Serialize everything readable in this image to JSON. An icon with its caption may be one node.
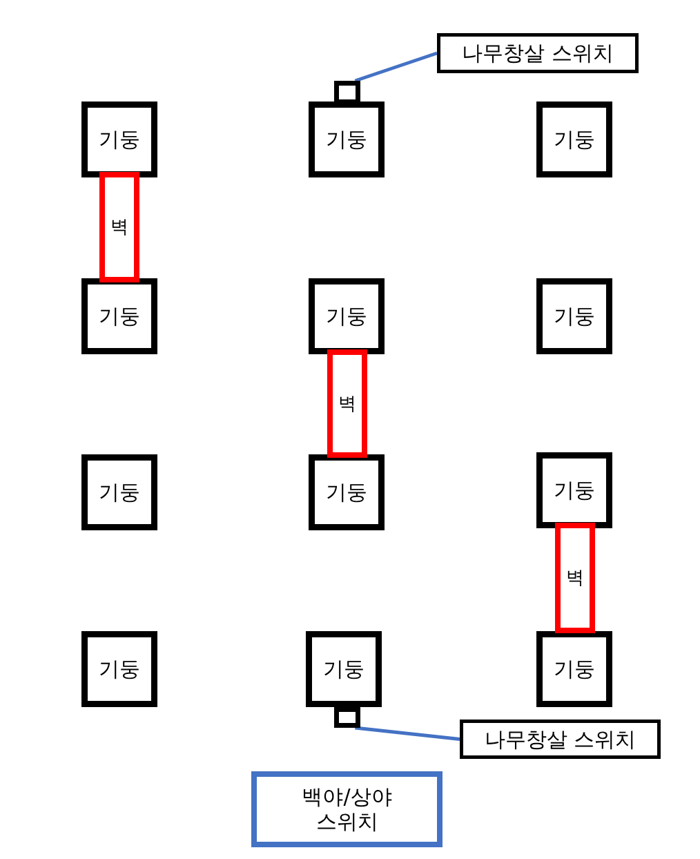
{
  "diagram": {
    "nodes": [
      {
        "text": [
          "나무창살 스위치"
        ]
      },
      {
        "text": [],
        "shape": "box"
      },
      {
        "text": [
          "기둥"
        ]
      },
      {
        "text": [
          "기둥"
        ]
      },
      {
        "text": [
          "기둥"
        ]
      },
      {
        "text": [
          "벽"
        ]
      },
      {
        "text": [
          "기둥"
        ]
      },
      {
        "text": [
          "기둥"
        ]
      },
      {
        "text": [
          "기둥"
        ]
      },
      {
        "text": [
          "벽"
        ]
      },
      {
        "text": [
          "기둥"
        ]
      },
      {
        "text": [
          "기둥"
        ]
      },
      {
        "text": [
          "기둥"
        ]
      },
      {
        "text": [
          "벽"
        ]
      },
      {
        "text": [
          "기둥"
        ]
      },
      {
        "text": [
          "기둥"
        ]
      },
      {
        "text": [
          "기둥"
        ]
      },
      {
        "text": [],
        "shape": "box"
      },
      {
        "text": [
          "나무창살 스위치"
        ]
      },
      {
        "text": [
          "백야/상야 스위치"
        ]
      }
    ],
    "edges": [
      {
        "from": 0,
        "to": 1,
        "arrow": "none"
      },
      {
        "from": 18,
        "to": 17,
        "arrow": "none"
      }
    ]
  }
}
